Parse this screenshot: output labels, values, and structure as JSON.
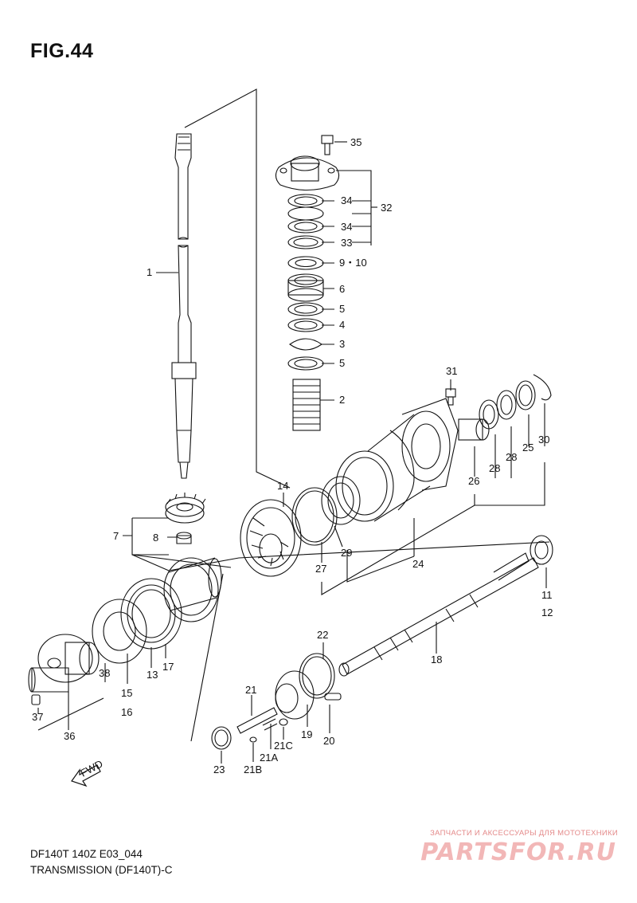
{
  "figure": {
    "title": "FIG.44",
    "code": "DF140T 140Z E03_044",
    "name": "TRANSMISSION (DF140T)-C"
  },
  "watermark": {
    "tagline": "ЗАПЧАСТИ И АКСЕССУАРЫ ДЛЯ МОТОТЕХНИКИ",
    "brand": "PARTSFOR.RU"
  },
  "direction_label": "FWD",
  "callouts": {
    "c35": "35",
    "c34a": "34",
    "c32": "32",
    "c34b": "34",
    "c33": "33",
    "c9_10": "9・10",
    "c6": "6",
    "c5a": "5",
    "c4": "4",
    "c3": "3",
    "c5b": "5",
    "c2": "2",
    "c1": "1",
    "c31": "31",
    "c26": "26",
    "c28a": "28",
    "c28b": "28",
    "c25": "25",
    "c30": "30",
    "c14": "14",
    "c29": "29",
    "c27": "27",
    "c24": "24",
    "c7": "7",
    "c8": "8",
    "c11": "11",
    "c12": "12",
    "c18": "18",
    "c22": "22",
    "c21": "21",
    "c19": "19",
    "c20": "20",
    "c21c": "21C",
    "c21a": "21A",
    "c21b": "21B",
    "c23": "23",
    "c38": "38",
    "c13": "13",
    "c17": "17",
    "c15": "15",
    "c16": "16",
    "c37": "37",
    "c36": "36"
  }
}
